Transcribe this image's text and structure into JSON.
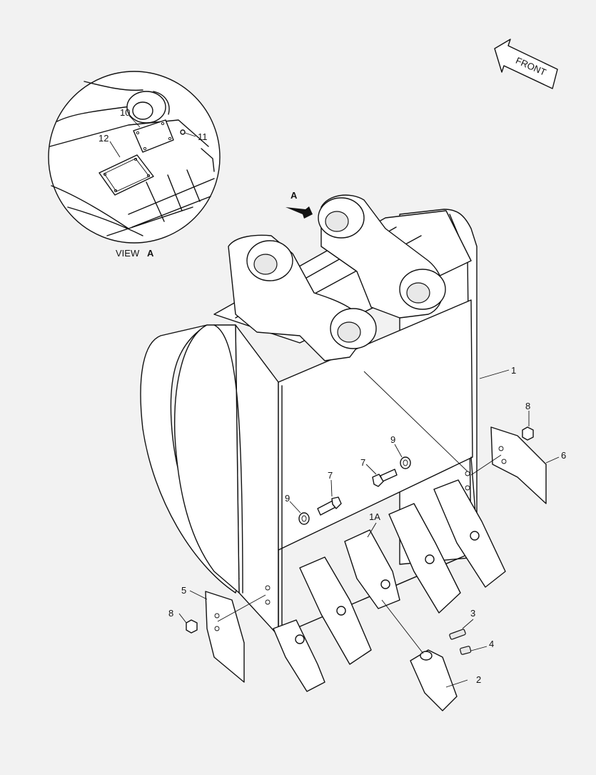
{
  "labels": {
    "front": "FRONT",
    "view_caption": "VIEW",
    "view_letter": "A",
    "arrow_letter": "A",
    "p1": "1",
    "p1a": "1A",
    "p2": "2",
    "p3": "3",
    "p4": "4",
    "p5": "5",
    "p6": "6",
    "p7a": "7",
    "p7b": "7",
    "p8a": "8",
    "p8b": "8",
    "p9a": "9",
    "p9b": "9",
    "p10": "10",
    "p11": "11",
    "p12": "12"
  }
}
